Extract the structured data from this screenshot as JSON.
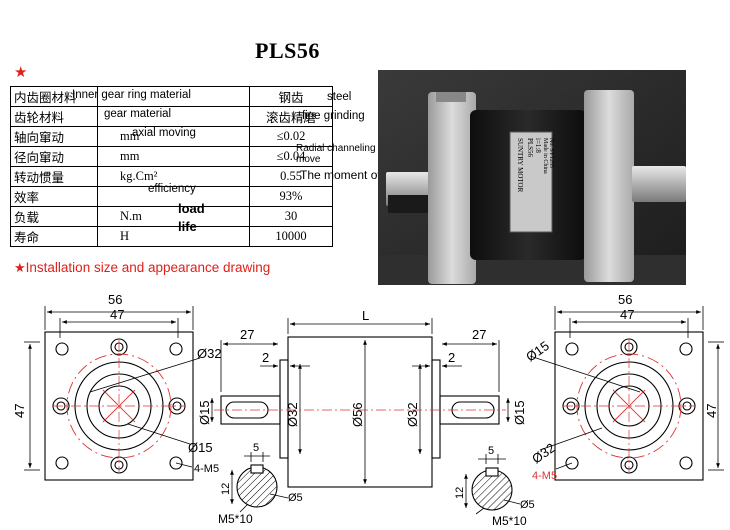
{
  "title": "PLS56",
  "star": "★",
  "table": {
    "rows": [
      {
        "cn": "内齿圈材料",
        "unit": "",
        "value": "钢齿",
        "en_inner": "Inner gear ring material",
        "en_side": "steel"
      },
      {
        "cn": "齿轮材料",
        "unit": "",
        "value": "滚齿精磨",
        "en_inner": "gear material",
        "en_side": "fine grinding"
      },
      {
        "cn": "轴向窜动",
        "unit": "mm",
        "value": "≤0.02",
        "en_inner": "axial moving",
        "en_side": ""
      },
      {
        "cn": "径向窜动",
        "unit": "mm",
        "value": "≤0.04",
        "en_inner": "",
        "en_side": "Radial channeling move"
      },
      {
        "cn": "转动惯量",
        "unit": "kg.Cm²",
        "value": "0.55",
        "en_inner": "",
        "en_side": "The moment of inertia"
      },
      {
        "cn": "效率",
        "unit": "",
        "value": "93%",
        "en_inner": "efficiency",
        "en_side": ""
      },
      {
        "cn": "负载",
        "unit": "N.m",
        "value": "30",
        "en_inner": "load",
        "en_side": ""
      },
      {
        "cn": "寿命",
        "unit": "H",
        "value": "10000",
        "en_inner": "life",
        "en_side": ""
      }
    ]
  },
  "photo": {
    "label_lines": [
      "SUNTRY MOTOR",
      "PLS56",
      "i=1:8",
      "Made in China",
      "No. SY1255"
    ]
  },
  "installation_label": "Installation size and appearance drawing",
  "drawing": {
    "dim_56": "56",
    "dim_47": "47",
    "dim_27": "27",
    "dim_2": "2",
    "dim_L": "L",
    "dia_32": "Ø32",
    "dia_15": "Ø15",
    "dia_56": "Ø56",
    "dia_5": "Ø5",
    "dim_5": "5",
    "dim_12": "12",
    "thread_4m5": "4-M5",
    "thread_m5x10": "M5*10"
  }
}
